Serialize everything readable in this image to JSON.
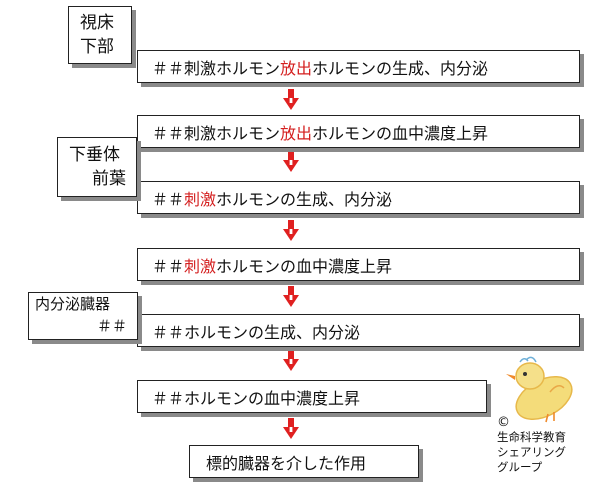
{
  "labels": {
    "hypothalamus": [
      "視床",
      "下部"
    ],
    "pituitary": [
      "下垂体",
      "前葉"
    ],
    "endocrine": [
      "内分泌臓器",
      "＃＃"
    ]
  },
  "steps": [
    {
      "a": "＃＃刺激ホルモン",
      "hl": "放出",
      "b": "ホルモンの生成、内分泌"
    },
    {
      "a": "＃＃刺激ホルモン",
      "hl": "放出",
      "b": "ホルモンの血中濃度上昇"
    },
    {
      "a": "＃＃",
      "hl": "刺激",
      "b": "ホルモンの生成、内分泌"
    },
    {
      "a": "＃＃",
      "hl": "刺激",
      "b": "ホルモンの血中濃度上昇"
    },
    {
      "a": "＃＃ホルモンの生成、内分泌",
      "hl": "",
      "b": ""
    },
    {
      "a": "＃＃ホルモンの血中濃度上昇",
      "hl": "",
      "b": ""
    },
    {
      "a": "標的臓器を介した作用",
      "hl": "",
      "b": ""
    }
  ],
  "credit": {
    "copyright": "©",
    "lines": [
      "生命科学教育",
      "シェアリング",
      "グループ"
    ]
  },
  "colors": {
    "highlight": "#d41f1f",
    "arrow": "#e02020"
  }
}
